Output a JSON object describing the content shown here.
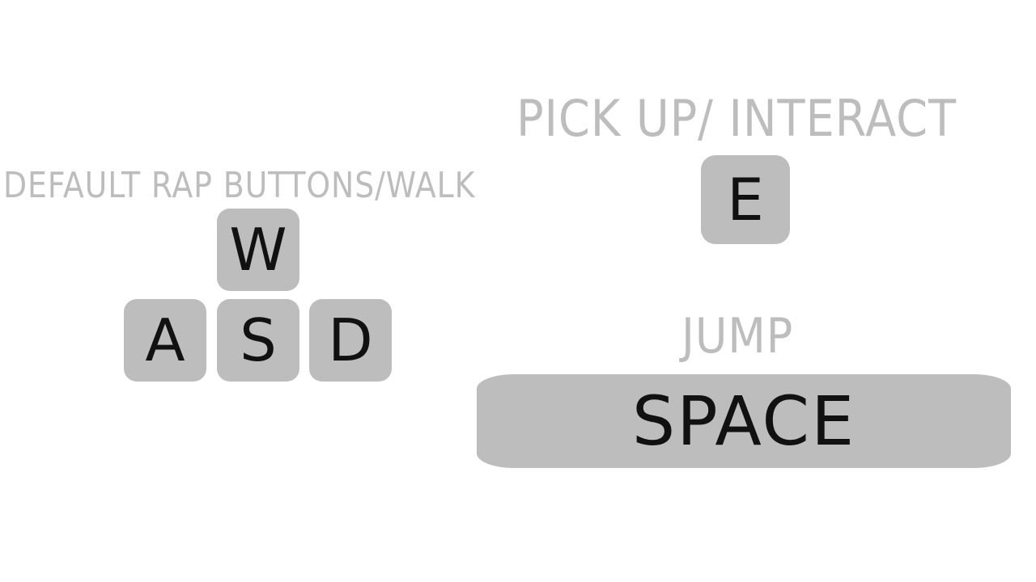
{
  "controls": {
    "movement": {
      "heading": "DEFAULT RAP BUTTONS/WALK",
      "keys": {
        "up": "W",
        "left": "A",
        "down": "S",
        "right": "D"
      }
    },
    "interact": {
      "heading": "PICK UP/ INTERACT",
      "key": "E"
    },
    "jump": {
      "heading": "JUMP",
      "key": "SPACE"
    }
  },
  "colors": {
    "background": "#ffffff",
    "heading_text": "#bdbdbd",
    "key_fill": "#bdbdbd",
    "key_text": "#111111"
  }
}
